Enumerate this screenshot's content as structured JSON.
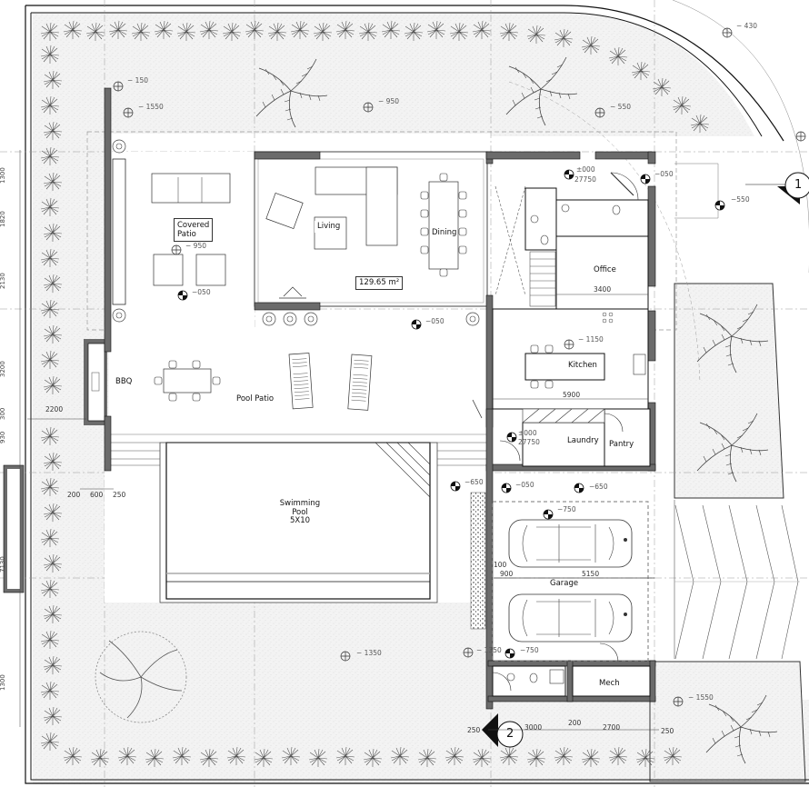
{
  "drawing": {
    "type": "architectural floor plan",
    "rooms": {
      "covered_patio": "Covered\nPatio",
      "living": "Living",
      "dining": "Dining",
      "office": "Office",
      "kitchen": "Kitchen",
      "laundry": "Laundry",
      "pantry": "Pantry",
      "bbq": "BBQ",
      "pool_patio": "Pool Patio",
      "pool_line1": "Swimming",
      "pool_line2": "Pool",
      "pool_line3": "5X10",
      "garage": "Garage",
      "mech": "Mech"
    },
    "area_tag": "129.65 m²",
    "levels": {
      "top_150": "− 150",
      "top_1550": "− 1550",
      "top_950": "− 950",
      "top_550": "− 550",
      "top_430": "− 430",
      "patio_950": "− 950",
      "patio_050": "−050",
      "terrace_050": "−050",
      "entry_000": "±000",
      "entry_27750": "27750",
      "entry_050": "−050",
      "drive_550": "−550",
      "kitchen_1150": "− 1150",
      "laundry_000": "±000",
      "laundry_27750": "27750",
      "side_650": "−650",
      "garage_050": "−050",
      "garage_650": "−650",
      "garage_750": "−750",
      "garden_1350": "− 1350",
      "garden_1350b": "− 1350",
      "garden_750": "−750",
      "garden_1550": "− 1550"
    },
    "dimensions": {
      "office_width": "3400",
      "kitchen_width": "5900",
      "garage_100": "100",
      "garage_900": "900",
      "garage_5150": "5150",
      "bbq_2200": "2200",
      "left_200": "200",
      "left_600": "600",
      "left_250": "250",
      "bottom_250a": "250",
      "bottom_3000": "3000",
      "bottom_200": "200",
      "bottom_2700": "2700",
      "bottom_250b": "250",
      "side_1300": "1300",
      "side_1820": "1820",
      "side_2130": "2130",
      "side_3200": "3200",
      "side_300": "300",
      "side_930": "930",
      "side_7130": "7130",
      "side_1300b": "1300"
    },
    "section_markers": {
      "section_1": "1",
      "section_2": "2"
    },
    "colors": {
      "wall_fill": "#6b6b6b",
      "line": "#1a1a1a",
      "garden_fill": "#f1f1f1",
      "background": "#ffffff"
    }
  }
}
